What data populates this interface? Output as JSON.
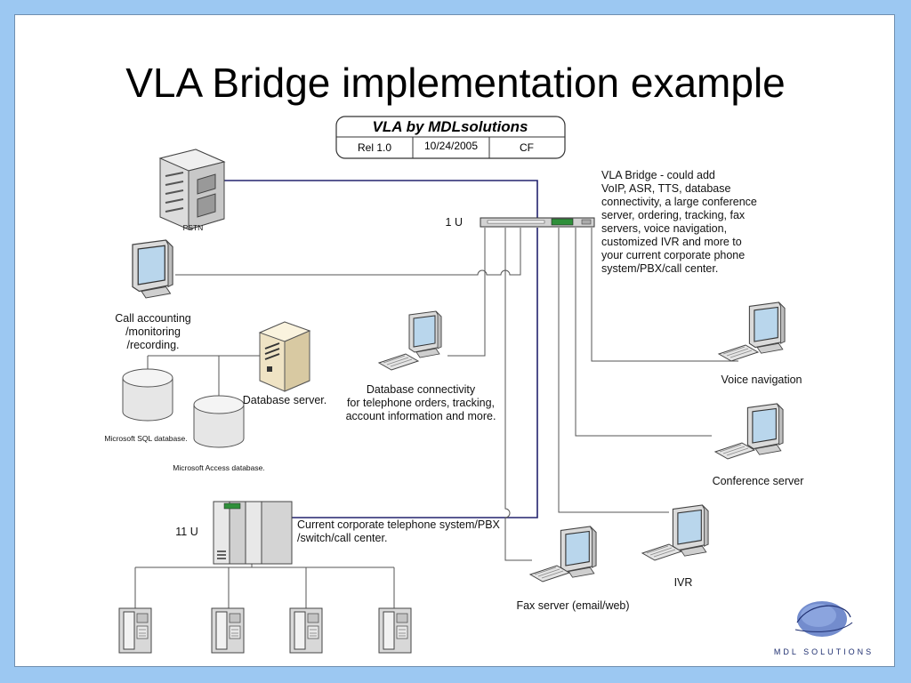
{
  "slide": {
    "title": "VLA Bridge implementation example"
  },
  "header_table": {
    "title": "VLA by MDLsolutions",
    "release": "Rel 1.0",
    "date": "10/24/2005",
    "author": "CF"
  },
  "nodes": {
    "pstn": "PSTN",
    "bridge_units": "1 U",
    "call_accounting": [
      "Call accounting",
      "/monitoring",
      "/recording."
    ],
    "database_server": "Database server.",
    "sql_db": "Microsoft SQL database.",
    "access_db": "Microsoft Access database.",
    "db_connectivity": [
      "Database connectivity",
      "for telephone orders, tracking,",
      "account information and more."
    ],
    "bridge_note": [
      "VLA Bridge - could add",
      "VoIP, ASR, TTS, database",
      "connectivity, a large conference",
      "server, ordering, tracking, fax",
      "servers, voice navigation,",
      "customized IVR and more to",
      "your current corporate phone",
      "system/PBX/call center."
    ],
    "voice_navigation": "Voice navigation",
    "conference_server": "Conference server",
    "pbx_units": "11 U",
    "pbx": [
      "Current corporate telephone system/PBX",
      "/switch/call center."
    ],
    "ivr": "IVR",
    "fax_server": "Fax server (email/web)"
  },
  "logo": {
    "text": "MDL SOLUTIONS"
  },
  "colors": {
    "background": "#9cc8f2",
    "line_navy": "#23236e",
    "line_gray": "#555555"
  }
}
